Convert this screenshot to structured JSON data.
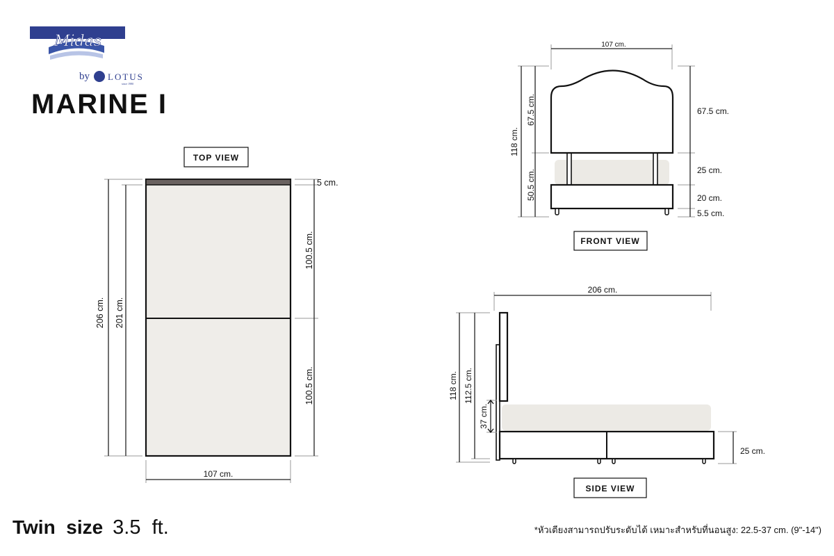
{
  "brand": {
    "name": "Midas",
    "by": "by",
    "partner": "LOTUS",
    "since": "since 1980"
  },
  "product": {
    "title": "MARINE I",
    "size_label": "Twin  size",
    "size_value": "3.5  ft."
  },
  "note": "*หัวเตียงสามารถปรับระดับได้ เหมาะสำหรับที่นอนสูง: 22.5-37 cm. (9\"-14\")",
  "top_view": {
    "title": "TOP  VIEW",
    "dims": {
      "total_length": "206 cm.",
      "inner_length": "201 cm.",
      "headboard": "5 cm.",
      "upper_half": "100.5 cm.",
      "lower_half": "100.5 cm.",
      "width": "107 cm."
    }
  },
  "front_view": {
    "title": "FRONT  VIEW",
    "dims": {
      "width": "107 cm.",
      "total_height": "118 cm.",
      "headboard_left": "67.5 cm.",
      "base_left": "50.5 cm.",
      "headboard_right": "67.5 cm.",
      "mattress": "25 cm.",
      "base": "20 cm.",
      "legs": "5.5 cm."
    }
  },
  "side_view": {
    "title": "SIDE  VIEW",
    "dims": {
      "length": "206 cm.",
      "total_height": "118 cm.",
      "headboard_height": "112.5 cm.",
      "adjust": "37 cm.",
      "base": "25 cm."
    }
  },
  "colors": {
    "brand_blue": "#2f3f8f",
    "mattress": "#eceae5",
    "headboard_strip": "#6a6260"
  }
}
